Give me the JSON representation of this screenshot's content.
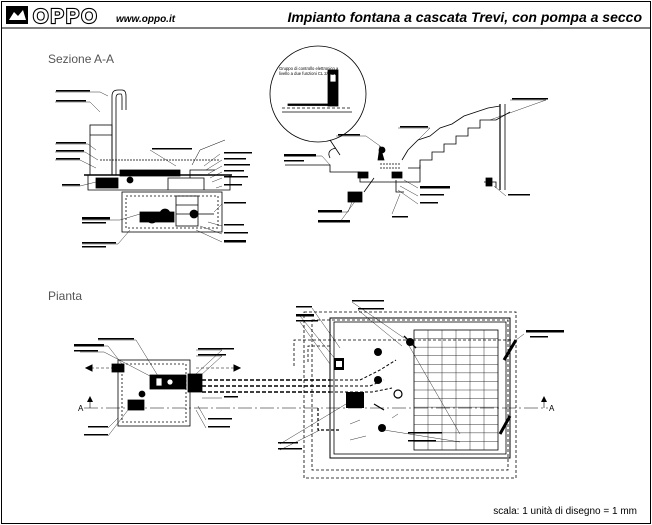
{
  "header": {
    "brand": "OPPO",
    "website": "www.oppo.it",
    "title": "Impianto fontana a cascata Trevi, con pompa a secco"
  },
  "sections": {
    "section_label": "Sezione A-A",
    "plan_label": "Pianta"
  },
  "inset": {
    "line1": "Gruppo di controllo elettronico a",
    "line2": "livello a due funzioni CL 2/4/2/E"
  },
  "markers": {
    "section_left": "A",
    "section_right": "A"
  },
  "footer": {
    "scale": "scala: 1 unità di disegno = 1 mm"
  },
  "colors": {
    "ink": "#000000",
    "background": "#ffffff",
    "frame": "#000000"
  }
}
